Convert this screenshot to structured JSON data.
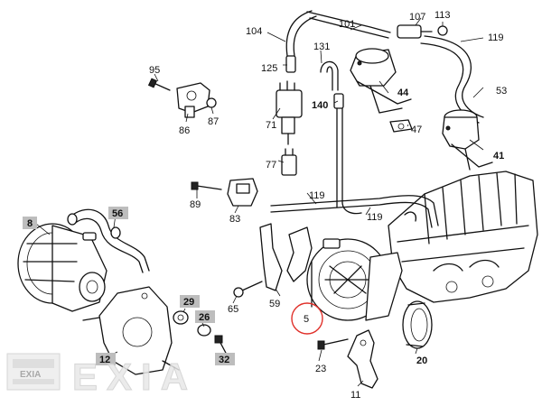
{
  "callouts": [
    {
      "id": "c104",
      "text": "104",
      "bold": false
    },
    {
      "id": "c101",
      "text": "101",
      "bold": false
    },
    {
      "id": "c107",
      "text": "107",
      "bold": false
    },
    {
      "id": "c113",
      "text": "113",
      "bold": false
    },
    {
      "id": "c119a",
      "text": "119",
      "bold": false
    },
    {
      "id": "c131",
      "text": "131",
      "bold": false
    },
    {
      "id": "c125",
      "text": "125",
      "bold": false
    },
    {
      "id": "c95",
      "text": "95",
      "bold": false
    },
    {
      "id": "c53",
      "text": "53",
      "bold": false
    },
    {
      "id": "c44",
      "text": "44",
      "bold": true
    },
    {
      "id": "c140",
      "text": "140",
      "bold": true
    },
    {
      "id": "c86",
      "text": "86",
      "bold": false
    },
    {
      "id": "c87",
      "text": "87",
      "bold": false
    },
    {
      "id": "c71",
      "text": "71",
      "bold": false
    },
    {
      "id": "c47",
      "text": "47",
      "bold": false
    },
    {
      "id": "c41",
      "text": "41",
      "bold": true
    },
    {
      "id": "c77",
      "text": "77",
      "bold": false
    },
    {
      "id": "c89",
      "text": "89",
      "bold": false
    },
    {
      "id": "c119b",
      "text": "119",
      "bold": false
    },
    {
      "id": "c83",
      "text": "83",
      "bold": false
    },
    {
      "id": "c119c",
      "text": "119",
      "bold": false
    },
    {
      "id": "c8",
      "text": "8",
      "bold": true
    },
    {
      "id": "c56",
      "text": "56",
      "bold": true
    },
    {
      "id": "c65",
      "text": "65",
      "bold": false
    },
    {
      "id": "c59",
      "text": "59",
      "bold": false
    },
    {
      "id": "c29",
      "text": "29",
      "bold": true
    },
    {
      "id": "c26",
      "text": "26",
      "bold": true
    },
    {
      "id": "c5",
      "text": "5",
      "bold": false
    },
    {
      "id": "c20",
      "text": "20",
      "bold": true
    },
    {
      "id": "c23",
      "text": "23",
      "bold": false
    },
    {
      "id": "c12",
      "text": "12",
      "bold": true
    },
    {
      "id": "c32",
      "text": "32",
      "bold": true
    },
    {
      "id": "c11",
      "text": "11",
      "bold": false
    }
  ],
  "watermark": {
    "brand_text": "EXIA",
    "badge_text": "EXIA"
  },
  "colors": {
    "ink": "#111111",
    "callout_box": "#bdbdbd",
    "highlight_circle": "#e0302a"
  }
}
